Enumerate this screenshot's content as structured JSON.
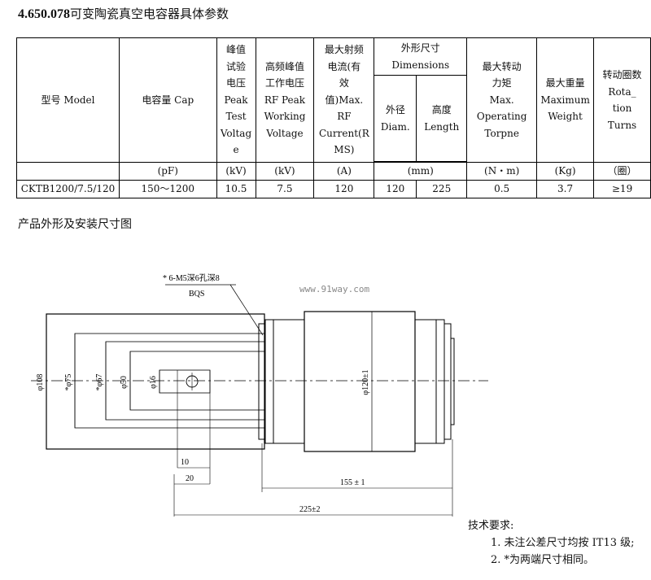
{
  "title": {
    "code": "4.650.078",
    "text": "可变陶瓷真空电容器具体参数"
  },
  "table": {
    "headers": {
      "model": "型号 Model",
      "cap": "电容量 Cap",
      "test_voltage": [
        "峰值",
        "试验",
        "电压",
        "Peak",
        "Test",
        "Voltag",
        "e"
      ],
      "rf_voltage": [
        "高频峰值",
        "工作电压",
        "RF Peak",
        "Working",
        "Voltage"
      ],
      "rf_current": [
        "最大射频",
        "电流(有",
        "效",
        "值)Max.",
        "RF",
        "Current(R",
        "MS)"
      ],
      "dimensions": "外形尺寸 Dimensions",
      "diam": [
        "外径",
        "Diam."
      ],
      "length": [
        "高度",
        "Length"
      ],
      "torque": [
        "最大转动",
        "力矩",
        "Max.",
        "Operating",
        "Torpne"
      ],
      "weight": [
        "最大重量",
        "Maximum",
        "Weight"
      ],
      "rotation": [
        "转动圈数",
        "Rota_",
        "tion",
        "Turns"
      ]
    },
    "units": {
      "cap": "(pF)",
      "test_voltage": "(kV)",
      "rf_voltage": "(kV)",
      "rf_current": "(A)",
      "dimensions": "(mm)",
      "torque": "(N・m)",
      "weight": "(Kg)",
      "rotation": "（圈）"
    },
    "row": {
      "model": "CKTB1200/7.5/120",
      "cap": "150～1200",
      "test_voltage": "10.5",
      "rf_voltage": "7.5",
      "rf_current": "120",
      "diam": "120",
      "length": "225",
      "torque": "0.5",
      "weight": "3.7",
      "rotation": "≥19"
    }
  },
  "drawing": {
    "heading": "产品外形及安装尺寸图",
    "callout": "* 6-M5深6孔深8",
    "callout_sub": "BQS",
    "watermark": "www.91way.com",
    "dims": {
      "d108": "φ108",
      "d75": "*φ75",
      "d67": "*φ67",
      "d50": "φ50",
      "d16": "φ16",
      "d120": "φ120±1",
      "w10": "10",
      "w20": "20",
      "w155": "155 ± 1",
      "w225": "225±2"
    }
  },
  "notes": {
    "heading": "技术要求:",
    "items": [
      "1. 未注公差尺寸均按 IT13 级;",
      "2. *为两端尺寸相同。"
    ]
  }
}
